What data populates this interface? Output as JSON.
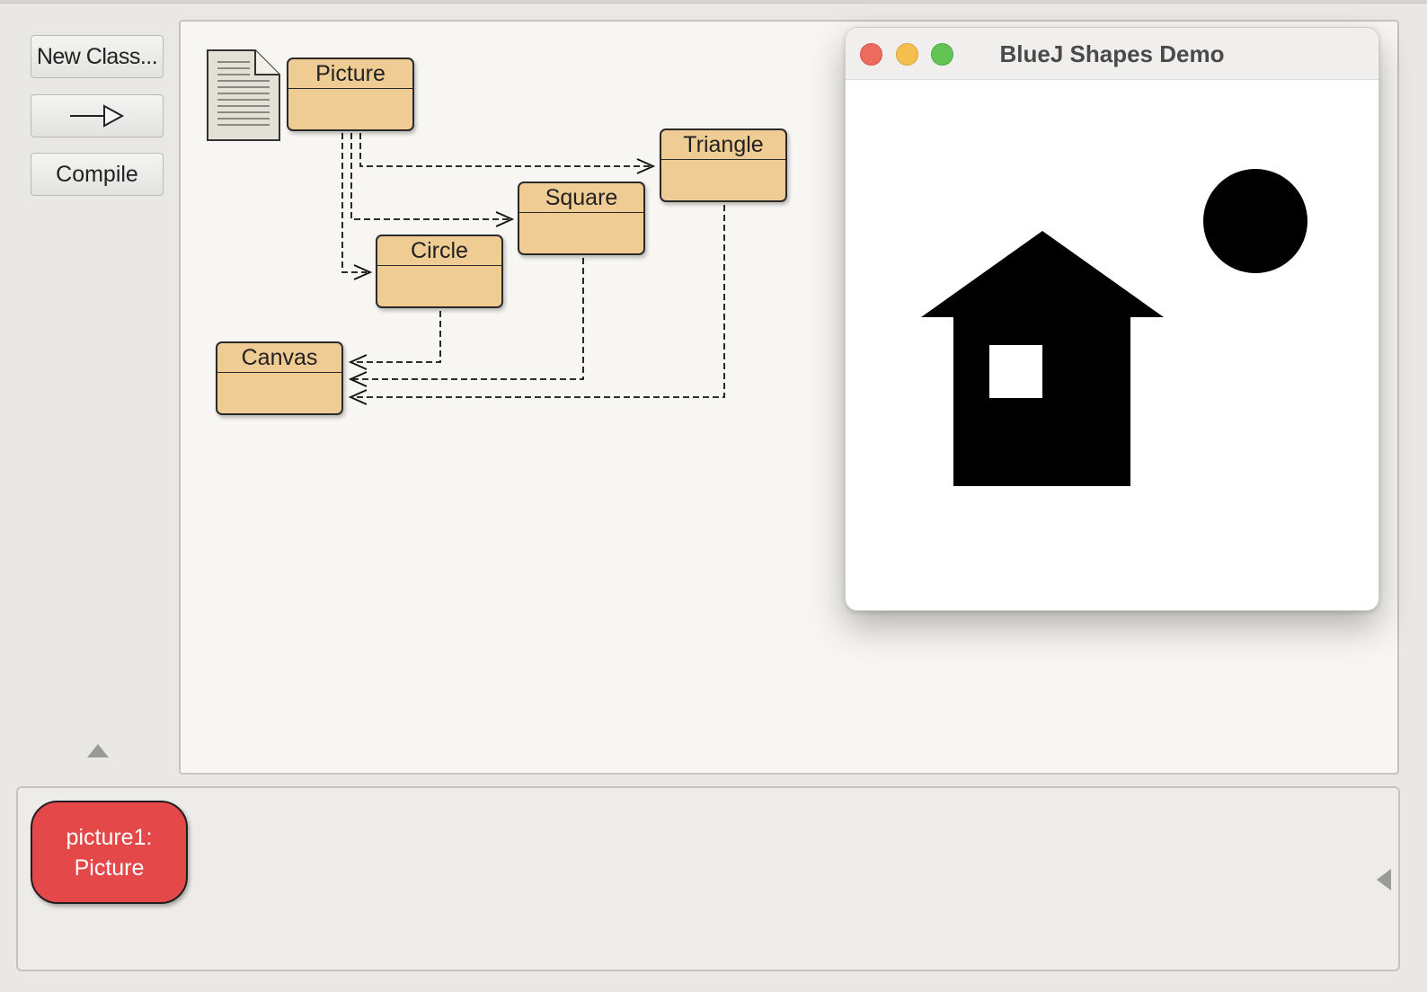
{
  "toolbar": {
    "new_class_label": "New Class...",
    "compile_label": "Compile"
  },
  "classes": [
    {
      "name": "Picture"
    },
    {
      "name": "Triangle"
    },
    {
      "name": "Square"
    },
    {
      "name": "Circle"
    },
    {
      "name": "Canvas"
    }
  ],
  "shapes_window": {
    "title": "BlueJ Shapes Demo"
  },
  "object_bench": {
    "objects": [
      {
        "line1": "picture1:",
        "line2": "Picture"
      }
    ]
  },
  "colors": {
    "class_fill": "#efcc94",
    "object_fill": "#e54848",
    "diagram_bg": "#f7f6f2"
  }
}
